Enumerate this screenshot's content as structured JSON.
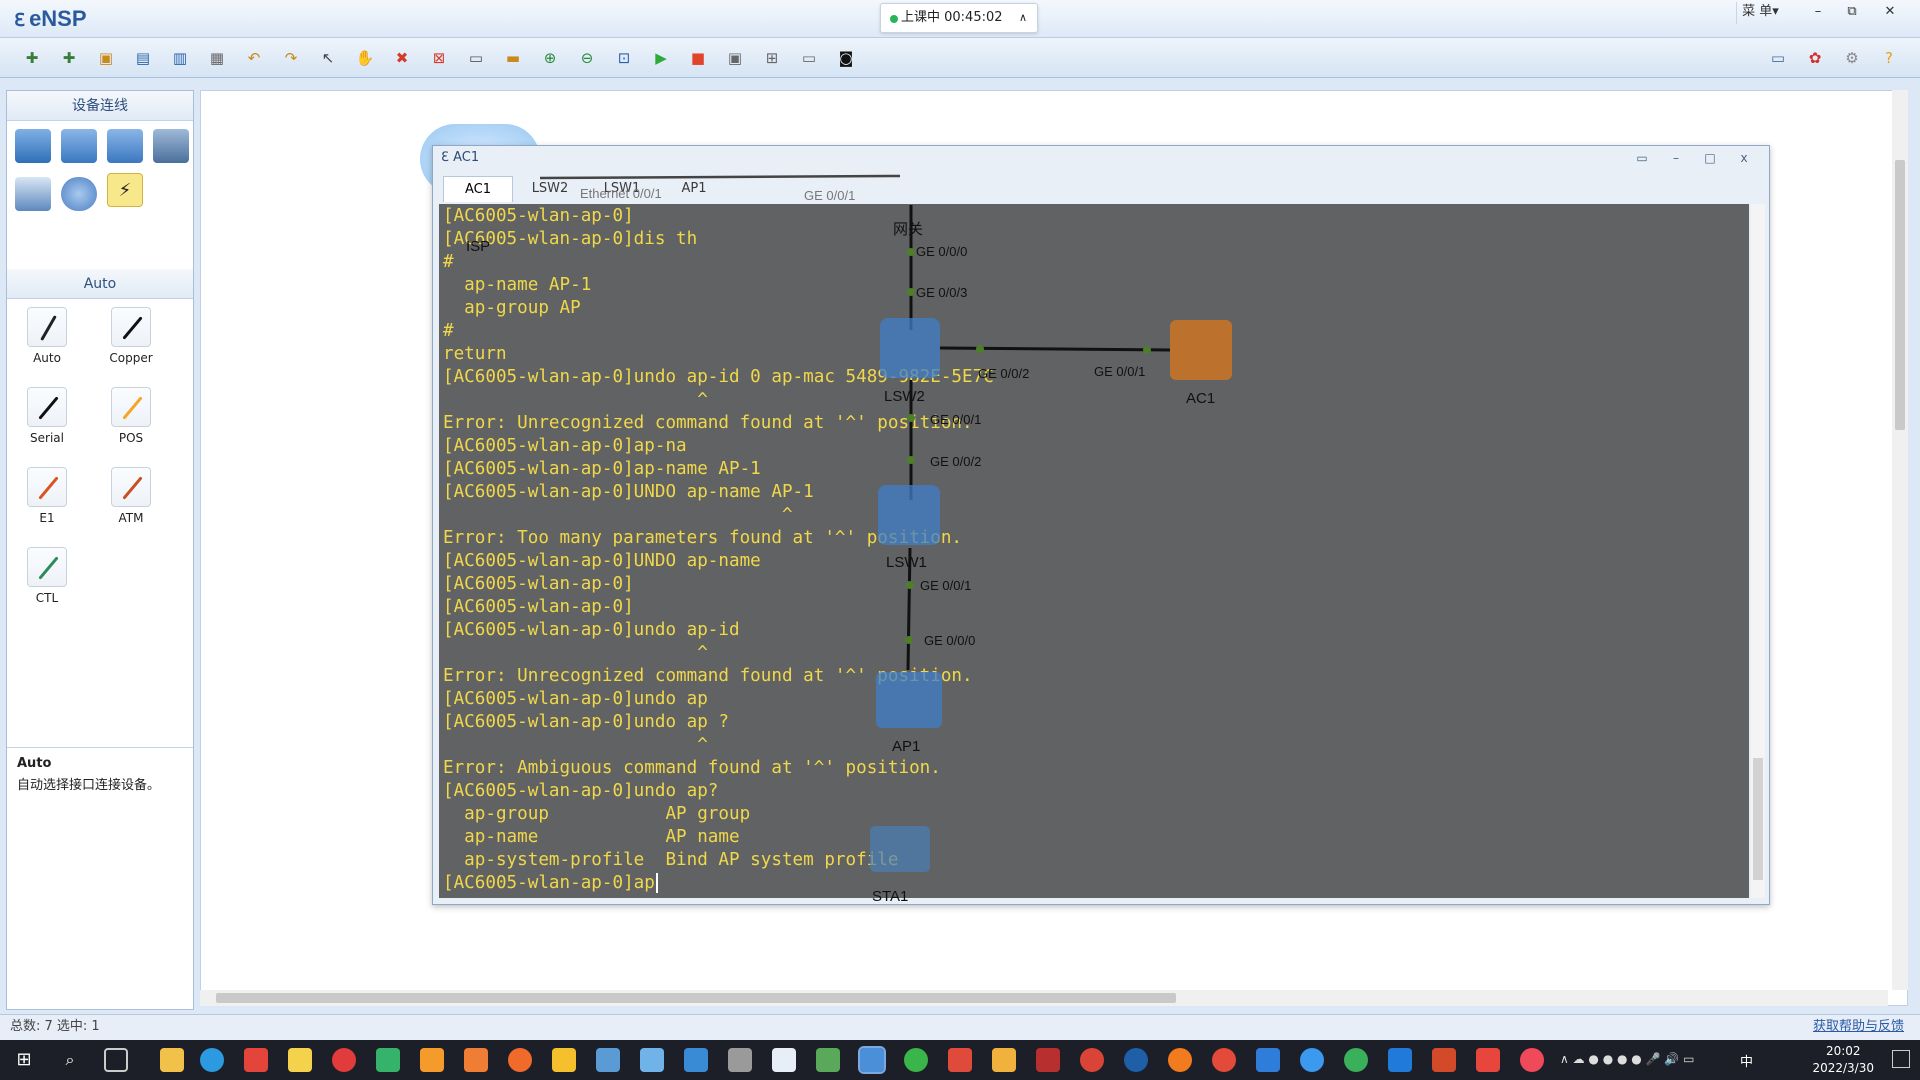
{
  "app": {
    "title": "eNSP"
  },
  "class_badge": {
    "text": "上课中 00:45:02"
  },
  "window_controls": {
    "menu": "菜 单▾",
    "minimize": "–",
    "maximize": "⧉",
    "close": "✕"
  },
  "toolbar": {
    "icons": [
      "new-topology-icon",
      "new-exam-icon",
      "open-icon",
      "save-icon",
      "save-as-icon",
      "print-icon",
      "undo-icon",
      "redo-icon",
      "select-icon",
      "hand-icon",
      "delete-icon",
      "delete-all-icon",
      "text-icon",
      "palette-icon",
      "zoom-in-icon",
      "zoom-out-icon",
      "fit-icon",
      "start-icon",
      "stop-icon",
      "capture-icon",
      "topology-icon",
      "grid-icon",
      "screenshot-icon"
    ],
    "right_icons": [
      "chat-icon",
      "huawei-icon",
      "settings-icon",
      "help-icon"
    ]
  },
  "left_panel": {
    "devices_header": "设备连线",
    "devices": [
      "router-icon",
      "switch-icon",
      "wireless-icon",
      "firewall-icon",
      "pc-icon",
      "cloud-icon",
      "connection-icon"
    ],
    "auto_header": "Auto",
    "connections": [
      {
        "label": "Auto",
        "color": "#222222"
      },
      {
        "label": "Copper",
        "color": "#111111"
      },
      {
        "label": "Serial",
        "color": "#111111"
      },
      {
        "label": "POS",
        "color": "#f4a524"
      },
      {
        "label": "E1",
        "color": "#d9541e"
      },
      {
        "label": "ATM",
        "color": "#c84f23"
      },
      {
        "label": "CTL",
        "color": "#2d8a5a"
      }
    ],
    "description": {
      "title": "Auto",
      "text": "自动选择接口连接设备。"
    }
  },
  "topology": {
    "nodes": [
      "ISP",
      "网关",
      "LSW2",
      "AC1",
      "LSW1",
      "AP1",
      "STA1"
    ],
    "ports": [
      "Ethernet 0/0/1",
      "GE 0/0/1",
      "GE 0/0/0",
      "GE 0/0/3",
      "GE 0/0/2",
      "GE 0/0/1",
      "GE 0/0/1",
      "GE 0/0/2",
      "GE 0/0/1",
      "GE 0/0/0"
    ]
  },
  "console": {
    "title": "AC1",
    "tabs": [
      "AC1",
      "LSW2",
      "LSW1",
      "AP1"
    ],
    "lines": [
      "[AC6005-wlan-ap-0]",
      "[AC6005-wlan-ap-0]dis th",
      "#",
      "  ap-name AP-1",
      "  ap-group AP",
      "#",
      "return",
      "[AC6005-wlan-ap-0]undo ap-id 0 ap-mac 5489-982E-5E7C",
      "                        ^",
      "Error: Unrecognized command found at '^' position.",
      "[AC6005-wlan-ap-0]ap-na",
      "[AC6005-wlan-ap-0]ap-name AP-1",
      "[AC6005-wlan-ap-0]UNDO ap-name AP-1",
      "                                ^",
      "Error: Too many parameters found at '^' position.",
      "[AC6005-wlan-ap-0]UNDO ap-name",
      "[AC6005-wlan-ap-0]",
      "[AC6005-wlan-ap-0]",
      "[AC6005-wlan-ap-0]undo ap-id",
      "                        ^",
      "Error: Unrecognized command found at '^' position.",
      "[AC6005-wlan-ap-0]undo ap",
      "[AC6005-wlan-ap-0]undo ap ?",
      "                        ^",
      "Error: Ambiguous command found at '^' position.",
      "[AC6005-wlan-ap-0]undo ap?",
      "  ap-group           AP group",
      "  ap-name            AP name",
      "  ap-system-profile  Bind AP system profile",
      "[AC6005-wlan-ap-0]ap"
    ]
  },
  "statusbar": {
    "left": "总数: 7  选中: 1",
    "right": "获取帮助与反馈"
  },
  "taskbar": {
    "time": "20:02",
    "date": "2022/3/30",
    "ime": "中"
  },
  "colors": {
    "terminal_text": "#f0d84a",
    "accent": "#2b5a9c"
  }
}
